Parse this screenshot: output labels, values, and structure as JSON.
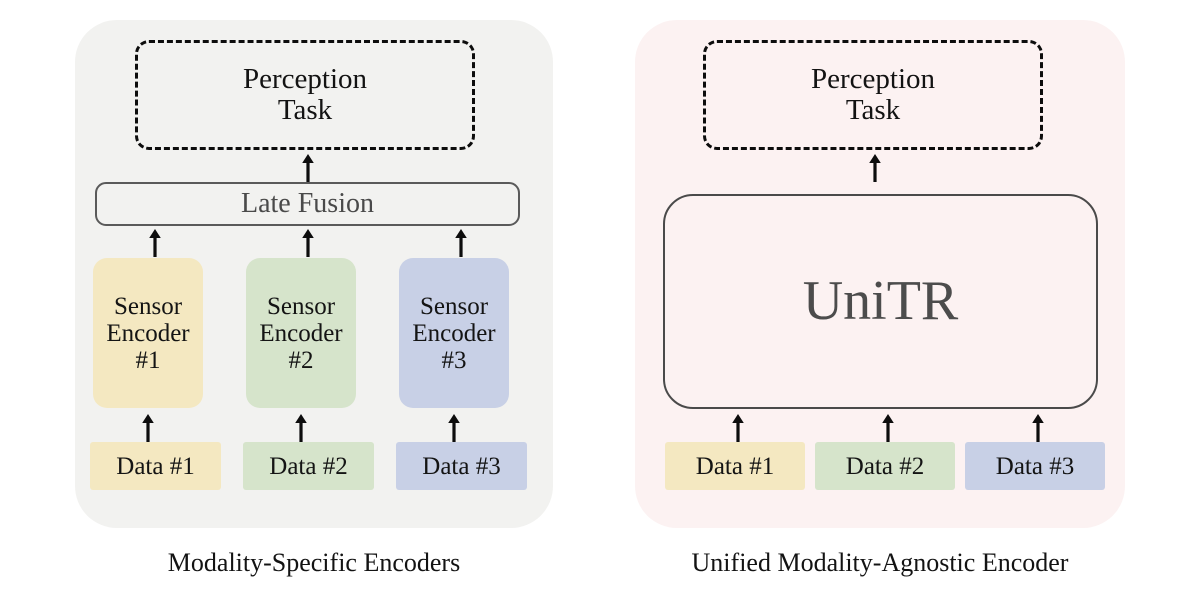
{
  "figure": {
    "type": "diagram",
    "description": "Comparison of modality-specific encoder pipeline versus a unified modality-agnostic encoder (UniTR)"
  },
  "colors": {
    "panel_left_bg": "#f2f2f0",
    "panel_right_bg": "#fcf2f2",
    "modality_1": "#f4e8c1",
    "modality_2": "#d6e4cb",
    "modality_3": "#c8d0e6",
    "dashed_border": "#0d0d0d",
    "solid_border": "#5a5a5a",
    "unitr_text": "#4c4c4c",
    "fusion_text": "#4a4a4a",
    "text": "#131313"
  },
  "left_panel": {
    "caption": "Modality-Specific Encoders",
    "perception_task": {
      "line1": "Perception",
      "line2": "Task"
    },
    "fusion": {
      "label": "Late Fusion"
    },
    "encoders": [
      {
        "line1": "Sensor",
        "line2": "Encoder",
        "line3": "#1",
        "color": "#f4e8c1"
      },
      {
        "line1": "Sensor",
        "line2": "Encoder",
        "line3": "#2",
        "color": "#d6e4cb"
      },
      {
        "line1": "Sensor",
        "line2": "Encoder",
        "line3": "#3",
        "color": "#c8d0e6"
      }
    ],
    "data_sources": [
      {
        "label": "Data #1",
        "color": "#f4e8c1"
      },
      {
        "label": "Data #2",
        "color": "#d6e4cb"
      },
      {
        "label": "Data #3",
        "color": "#c8d0e6"
      }
    ]
  },
  "right_panel": {
    "caption": "Unified Modality-Agnostic Encoder",
    "perception_task": {
      "line1": "Perception",
      "line2": "Task"
    },
    "encoder": {
      "label": "UniTR"
    },
    "data_sources": [
      {
        "label": "Data #1",
        "color": "#f4e8c1"
      },
      {
        "label": "Data #2",
        "color": "#d6e4cb"
      },
      {
        "label": "Data #3",
        "color": "#c8d0e6"
      }
    ]
  },
  "arrows": {
    "icon": "arrow-up-icon",
    "count_left": 7,
    "count_right": 4
  }
}
